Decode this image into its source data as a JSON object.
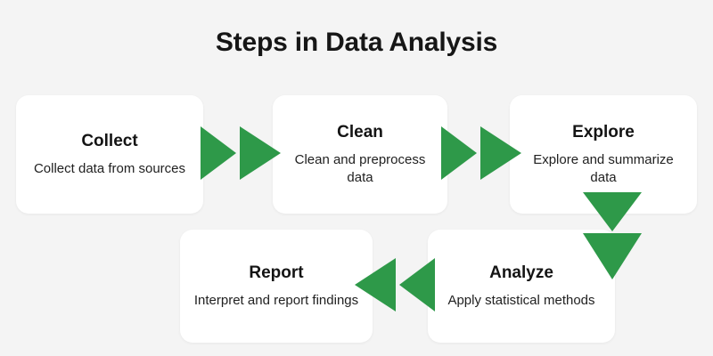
{
  "title": "Steps in Data Analysis",
  "theme": {
    "background": "#f4f4f4",
    "card_background": "#ffffff",
    "arrow_green": "#2e9949",
    "text_color": "#141414"
  },
  "steps": [
    {
      "id": "collect",
      "title": "Collect",
      "description": "Collect data from sources"
    },
    {
      "id": "clean",
      "title": "Clean",
      "description": "Clean and preprocess data"
    },
    {
      "id": "explore",
      "title": "Explore",
      "description": "Explore and summarize data"
    },
    {
      "id": "analyze",
      "title": "Analyze",
      "description": "Apply statistical methods"
    },
    {
      "id": "report",
      "title": "Report",
      "description": "Interpret and report findings"
    }
  ],
  "arrows": [
    {
      "id": "collect-to-clean",
      "direction": "right"
    },
    {
      "id": "clean-to-explore",
      "direction": "right"
    },
    {
      "id": "explore-to-analyze",
      "direction": "down"
    },
    {
      "id": "analyze-to-report",
      "direction": "left"
    }
  ]
}
